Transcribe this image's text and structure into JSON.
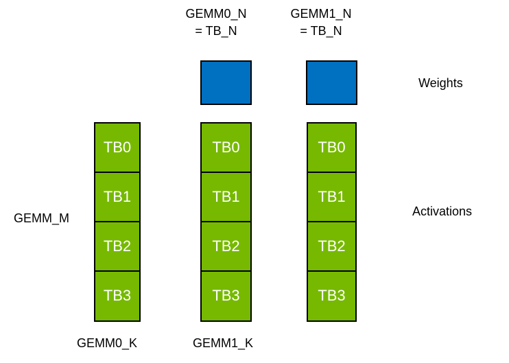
{
  "diagram": {
    "top_labels": [
      {
        "line1": "GEMM0_N",
        "line2": "= TB_N"
      },
      {
        "line1": "GEMM1_N",
        "line2": "= TB_N"
      }
    ],
    "weights_label": "Weights",
    "activations_label": "Activations",
    "gemm_m_label": "GEMM_M",
    "bottom_labels": [
      "GEMM0_K",
      "GEMM1_K"
    ],
    "columns": [
      {
        "cells": [
          "TB0",
          "TB1",
          "TB2",
          "TB3"
        ]
      },
      {
        "cells": [
          "TB0",
          "TB1",
          "TB2",
          "TB3"
        ]
      },
      {
        "cells": [
          "TB0",
          "TB1",
          "TB2",
          "TB3"
        ]
      }
    ],
    "colors": {
      "weights_fill": "#0070C0",
      "activations_fill": "#76B900",
      "outline": "#000000",
      "cell_text": "#FFFFFF",
      "label_text": "#000000",
      "background": "#FFFFFF"
    }
  }
}
